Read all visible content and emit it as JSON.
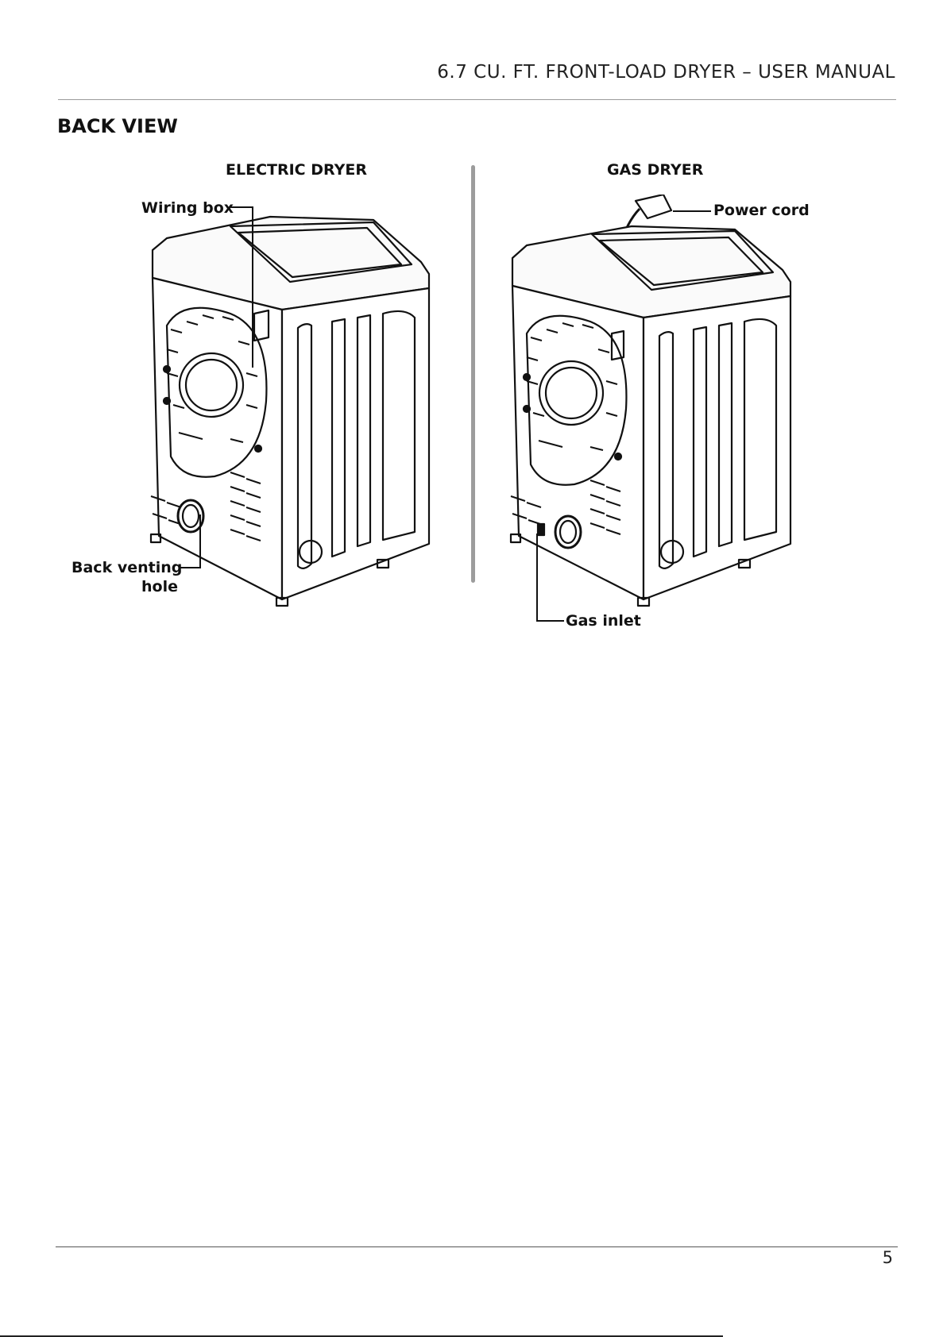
{
  "header": {
    "title": "6.7 CU. FT. FRONT-LOAD DRYER – USER MANUAL"
  },
  "section": {
    "title": "BACK VIEW"
  },
  "electric": {
    "title": "ELECTRIC DRYER",
    "callouts": {
      "wiring_box": "Wiring box",
      "back_venting_line1": "Back venting",
      "back_venting_line2": "hole"
    }
  },
  "gas": {
    "title": "GAS DRYER",
    "callouts": {
      "power_cord": "Power cord",
      "gas_inlet": "Gas inlet"
    }
  },
  "footer": {
    "page_number": "5"
  }
}
